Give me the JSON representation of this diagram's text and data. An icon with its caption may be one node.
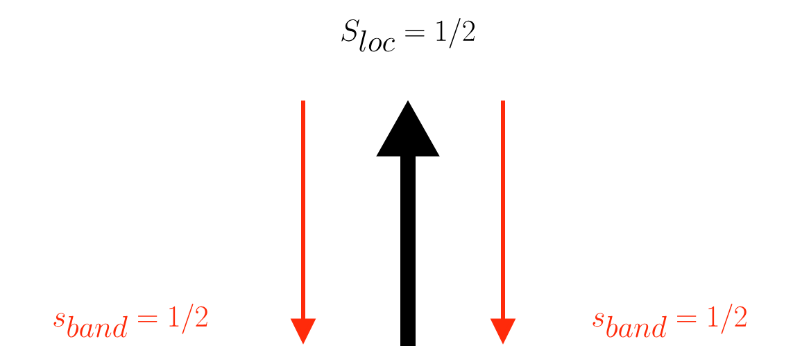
{
  "diagram": {
    "labels": [
      "S_{loc} = 1/2",
      "s_{band} = 1/2",
      "s_{band} = 1/2"
    ]
  }
}
